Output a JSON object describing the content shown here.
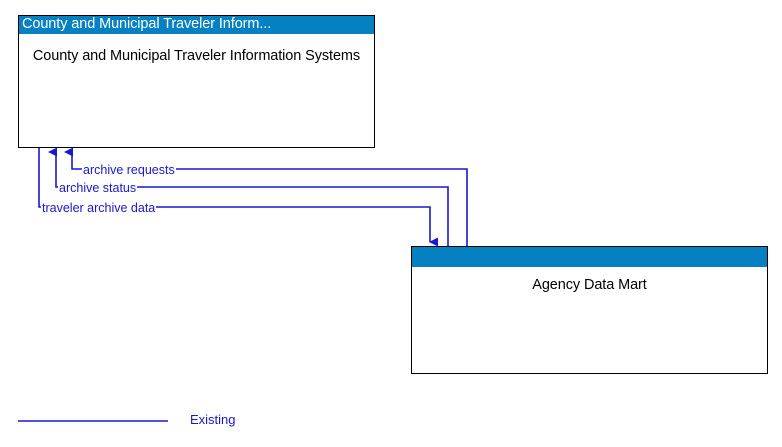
{
  "diagram": {
    "nodes": [
      {
        "id": "cmtis",
        "titlebar": "County and Municipal Traveler Inform...",
        "label": "County and Municipal Traveler Information Systems",
        "titlebar_color": "#0580C0",
        "border_color": "#000000",
        "body_color": "#ffffff"
      },
      {
        "id": "agency-data-mart",
        "titlebar": "",
        "label": "Agency Data Mart",
        "titlebar_color": "#0580C0",
        "border_color": "#000000",
        "body_color": "#ffffff"
      }
    ],
    "flows": [
      {
        "id": "archive-requests",
        "label": "archive requests",
        "direction": "agency-data-mart-to-cmtis",
        "color": "#1818CC"
      },
      {
        "id": "archive-status",
        "label": "archive status",
        "direction": "agency-data-mart-to-cmtis",
        "color": "#1818CC"
      },
      {
        "id": "traveler-archive-data",
        "label": "traveler archive data",
        "direction": "cmtis-to-agency-data-mart",
        "color": "#1818CC"
      }
    ],
    "legend": {
      "label": "Existing",
      "line_color": "#1818CC"
    }
  }
}
